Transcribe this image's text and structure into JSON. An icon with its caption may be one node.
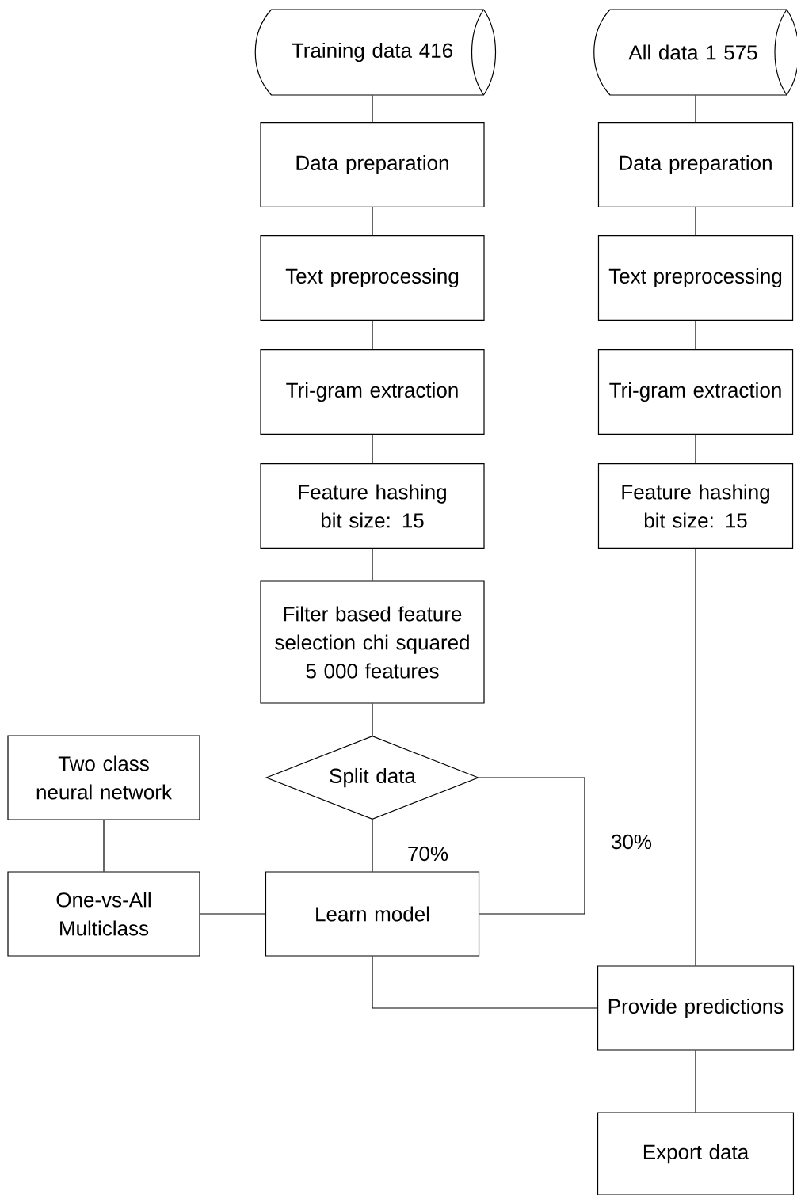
{
  "diagram": {
    "nodes": [
      {
        "text": [
          "Training data 416"
        ]
      },
      {
        "text": [
          "Data preparation"
        ]
      },
      {
        "text": [
          "Text preprocessing"
        ]
      },
      {
        "text": [
          "Tri-gram extraction"
        ]
      },
      {
        "text": [
          "Feature hashing bit size: 15"
        ]
      },
      {
        "text": [
          "Filter based feature selection chi squared 5 000 features"
        ]
      },
      {
        "text": [
          "Split data"
        ]
      },
      {
        "text": [
          "Two class neural network"
        ]
      },
      {
        "text": [
          "One-vs-All Multiclass"
        ]
      },
      {
        "text": [
          "Learn model"
        ]
      },
      {
        "text": [
          "All data 1 575"
        ]
      },
      {
        "text": [
          "Data preparation"
        ]
      },
      {
        "text": [
          "Text preprocessing"
        ]
      },
      {
        "text": [
          "Tri-gram extraction"
        ]
      },
      {
        "text": [
          "Feature hashing bit size: 15"
        ]
      },
      {
        "text": [
          "Provide predictions"
        ]
      },
      {
        "text": [
          "Export data"
        ]
      }
    ],
    "edges": [
      {
        "from": 0,
        "to": 1,
        "arrow": "none"
      },
      {
        "from": 1,
        "to": 2,
        "arrow": "none"
      },
      {
        "from": 2,
        "to": 3,
        "arrow": "none"
      },
      {
        "from": 3,
        "to": 4,
        "arrow": "none"
      },
      {
        "from": 4,
        "to": 5,
        "arrow": "none"
      },
      {
        "from": 5,
        "to": 6,
        "arrow": "none"
      },
      {
        "from": 6,
        "to": 9,
        "arrow": "none",
        "label": "70%"
      },
      {
        "from": 6,
        "to": 9,
        "arrow": "none",
        "label": "30%"
      },
      {
        "from": 7,
        "to": 8,
        "arrow": "none"
      },
      {
        "from": 8,
        "to": 9,
        "arrow": "none"
      },
      {
        "from": 9,
        "to": 15,
        "arrow": "none"
      },
      {
        "from": 10,
        "to": 11,
        "arrow": "none"
      },
      {
        "from": 11,
        "to": 12,
        "arrow": "none"
      },
      {
        "from": 12,
        "to": 13,
        "arrow": "none"
      },
      {
        "from": 13,
        "to": 14,
        "arrow": "none"
      },
      {
        "from": 14,
        "to": 15,
        "arrow": "none"
      },
      {
        "from": 15,
        "to": 16,
        "arrow": "none"
      }
    ]
  }
}
